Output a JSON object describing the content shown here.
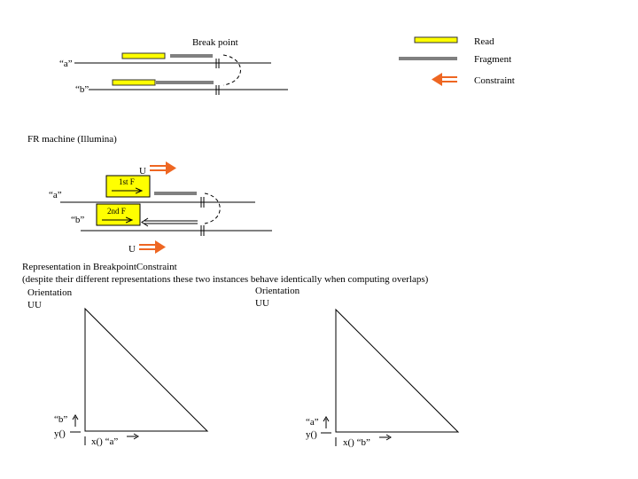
{
  "top_diagram": {
    "break_point_label": "Break point",
    "seq_a_label": "“a”",
    "seq_b_label": "“b”"
  },
  "legend": {
    "read_label": "Read",
    "fragment_label": "Fragment",
    "constraint_label": "Constraint"
  },
  "fr_machine": {
    "title": "FR machine (Illumina)",
    "u_top_label": "U",
    "u_bottom_label": "U",
    "seq_a_label": "“a”",
    "seq_b_label": "“b”",
    "first_read_label": "1st F",
    "second_read_label": "2nd F"
  },
  "representation": {
    "title": "Representation in BreakpointConstraint",
    "subtitle": "(despite their different representations these two instances behave identically when computing overlaps)"
  },
  "left_plot": {
    "orientation_label": "Orientation",
    "orientation_value": "UU",
    "y_seq_label": "“b”",
    "y_axis_label": "y()",
    "x_axis_label": "x() “a”"
  },
  "right_plot": {
    "orientation_label": "Orientation",
    "orientation_value": "UU",
    "y_seq_label": "“a”",
    "y_axis_label": "y()",
    "x_axis_label": "x() “b”"
  },
  "colors": {
    "read_fill": "#ffff00",
    "read_stroke": "#333333",
    "fragment": "#808080",
    "constraint": "#ee6622",
    "line": "#000000"
  }
}
